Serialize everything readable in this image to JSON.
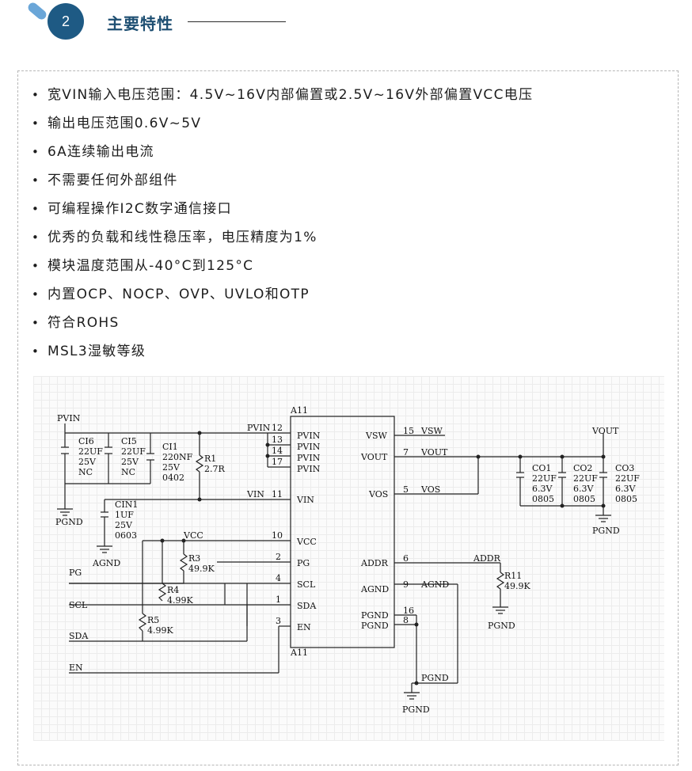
{
  "section": {
    "number": "2",
    "title": "主要特性"
  },
  "features": [
    "宽VIN输入电压范围：4.5V~16V内部偏置或2.5V~16V外部偏置VCC电压",
    "输出电压范围0.6V~5V",
    "6A连续输出电流",
    "不需要任何外部组件",
    "可编程操作I2C数字通信接口",
    "优秀的负载和线性稳压率，电压精度为1%",
    "模块温度范围从-40°C到125°C",
    "内置OCP、NOCP、OVP、UVLO和OTP",
    "符合ROHS",
    "MSL3湿敏等级"
  ],
  "bullet": "•",
  "schematic": {
    "chip_ref": "A11",
    "left_pins": [
      {
        "name": "PVIN",
        "num": "12"
      },
      {
        "name": "PVIN",
        "num": "13"
      },
      {
        "name": "PVIN",
        "num": "14"
      },
      {
        "name": "PVIN",
        "num": "17"
      },
      {
        "name": "VIN",
        "num": "11"
      },
      {
        "name": "VCC",
        "num": "10"
      },
      {
        "name": "PG",
        "num": "2"
      },
      {
        "name": "SCL",
        "num": "4"
      },
      {
        "name": "SDA",
        "num": "1"
      },
      {
        "name": "EN",
        "num": "3"
      }
    ],
    "right_pins": [
      {
        "name": "VSW",
        "num": "15"
      },
      {
        "name": "VOUT",
        "num": "7"
      },
      {
        "name": "VOS",
        "num": "5"
      },
      {
        "name": "ADDR",
        "num": "6"
      },
      {
        "name": "AGND",
        "num": "9"
      },
      {
        "name": "PGND",
        "num": "16"
      },
      {
        "name": "PGND",
        "num": "8"
      }
    ],
    "nets": {
      "pvin": "PVIN",
      "vin": "VIN",
      "vcc": "VCC",
      "pg": "PG",
      "scl": "SCL",
      "sda": "SDA",
      "en": "EN",
      "vsw": "VSW",
      "vout": "VOUT",
      "vos": "VOS",
      "addr": "ADDR",
      "agnd": "AGND",
      "pgnd": "PGND"
    },
    "components": {
      "ci6": [
        "CI6",
        "22UF",
        "25V",
        "NC"
      ],
      "ci5": [
        "CI5",
        "22UF",
        "25V",
        "NC"
      ],
      "ci1": [
        "CI1",
        "220NF",
        "25V",
        "0402"
      ],
      "r1": [
        "R1",
        "2.7R"
      ],
      "cin1": [
        "CIN1",
        "1UF",
        "25V",
        "0603"
      ],
      "r3": [
        "R3",
        "49.9K"
      ],
      "r4": [
        "R4",
        "4.99K"
      ],
      "r5": [
        "R5",
        "4.99K"
      ],
      "co1": [
        "CO1",
        "22UF",
        "6.3V",
        "0805"
      ],
      "co2": [
        "CO2",
        "22UF",
        "6.3V",
        "0805"
      ],
      "co3": [
        "CO3",
        "22UF",
        "6.3V",
        "0805"
      ],
      "r11": [
        "R11",
        "49.9K"
      ]
    }
  }
}
